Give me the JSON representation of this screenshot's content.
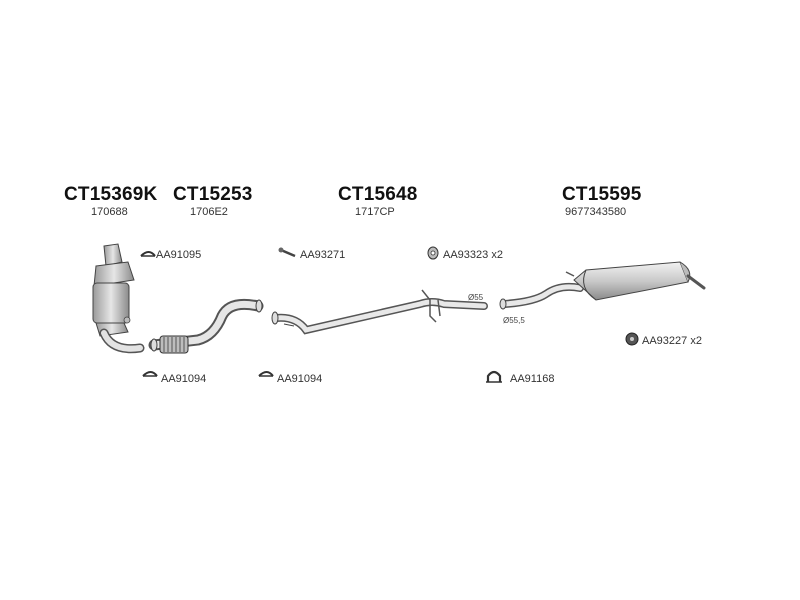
{
  "parts": [
    {
      "code": "CT15369K",
      "oem": "170688"
    },
    {
      "code": "CT15253",
      "oem": "1706E2"
    },
    {
      "code": "CT15648",
      "oem": "1717CP"
    },
    {
      "code": "CT15595",
      "oem": "9677343580"
    }
  ],
  "accessories": [
    {
      "ref": "AA91095",
      "icon": "clamp-icon"
    },
    {
      "ref": "AA93271",
      "icon": "bolt-icon"
    },
    {
      "ref": "AA93323 x2",
      "icon": "gasket-icon"
    },
    {
      "ref": "AA93227 x2",
      "icon": "rubber-mount-icon"
    },
    {
      "ref": "AA91094",
      "icon": "clamp-icon"
    },
    {
      "ref": "AA91094",
      "icon": "clamp-icon"
    },
    {
      "ref": "AA91168",
      "icon": "u-clamp-icon"
    }
  ],
  "dimensions": {
    "d1": "Ø55",
    "d2": "Ø55,5"
  }
}
